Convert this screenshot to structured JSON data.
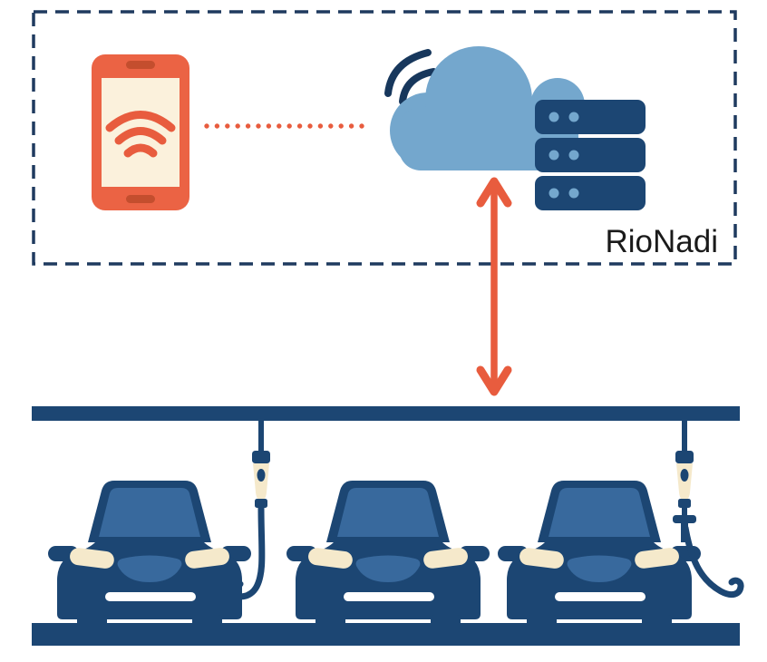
{
  "diagram": {
    "label": "RioNadi",
    "type": "ev-charging-cloud-architecture-illustration",
    "nodes": [
      {
        "id": "mobile-app",
        "icon": "smartphone-wifi-icon"
      },
      {
        "id": "cloud-platform",
        "icon": "cloud-server-icon",
        "label": "RioNadi",
        "server_units": 3
      },
      {
        "id": "charging-station",
        "icon": "cars-charging-icon",
        "cars": 3,
        "charging_plugs": 2
      }
    ],
    "connections": [
      {
        "from": "mobile-app",
        "to": "cloud-platform",
        "style": "dotted-line",
        "color": "#E85C3E"
      },
      {
        "from": "cloud-platform",
        "to": "charging-station",
        "style": "double-headed-arrow",
        "color": "#E85C3E"
      }
    ],
    "colors": {
      "navy": "#1C4673",
      "navy_deep": "#17375C",
      "cloud_blue": "#74A7CD",
      "steel_blue": "#38699D",
      "cream": "#F5E9CB",
      "screen_cream": "#FBF1DC",
      "orange": "#E85C3E",
      "orange_phone": "#EB6344",
      "orange_dark": "#C44E2E",
      "text": "#1A1A1A",
      "background": "#FFFFFF"
    }
  }
}
